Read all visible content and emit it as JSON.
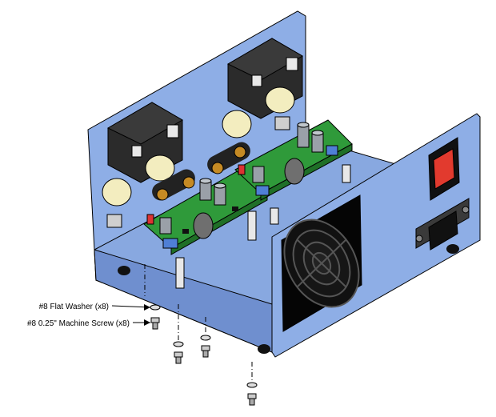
{
  "callouts": [
    {
      "id": "washer",
      "label": "#8 Flat Washer (x8)"
    },
    {
      "id": "screw",
      "label": "#8 0.25\" Machine Screw (x8)"
    }
  ],
  "colors": {
    "enclosure_blue": "#8eaee6",
    "enclosure_blue_dark": "#6f8fcf",
    "pcb_green": "#2f9a3a",
    "transformer_black": "#2b2b2b",
    "switch_red": "#e23a2e",
    "fan_black": "#111111"
  },
  "icons": [
    "flat-washer-icon",
    "machine-screw-icon",
    "fan-grille-icon",
    "rocker-switch-icon",
    "iec-inlet-icon"
  ]
}
